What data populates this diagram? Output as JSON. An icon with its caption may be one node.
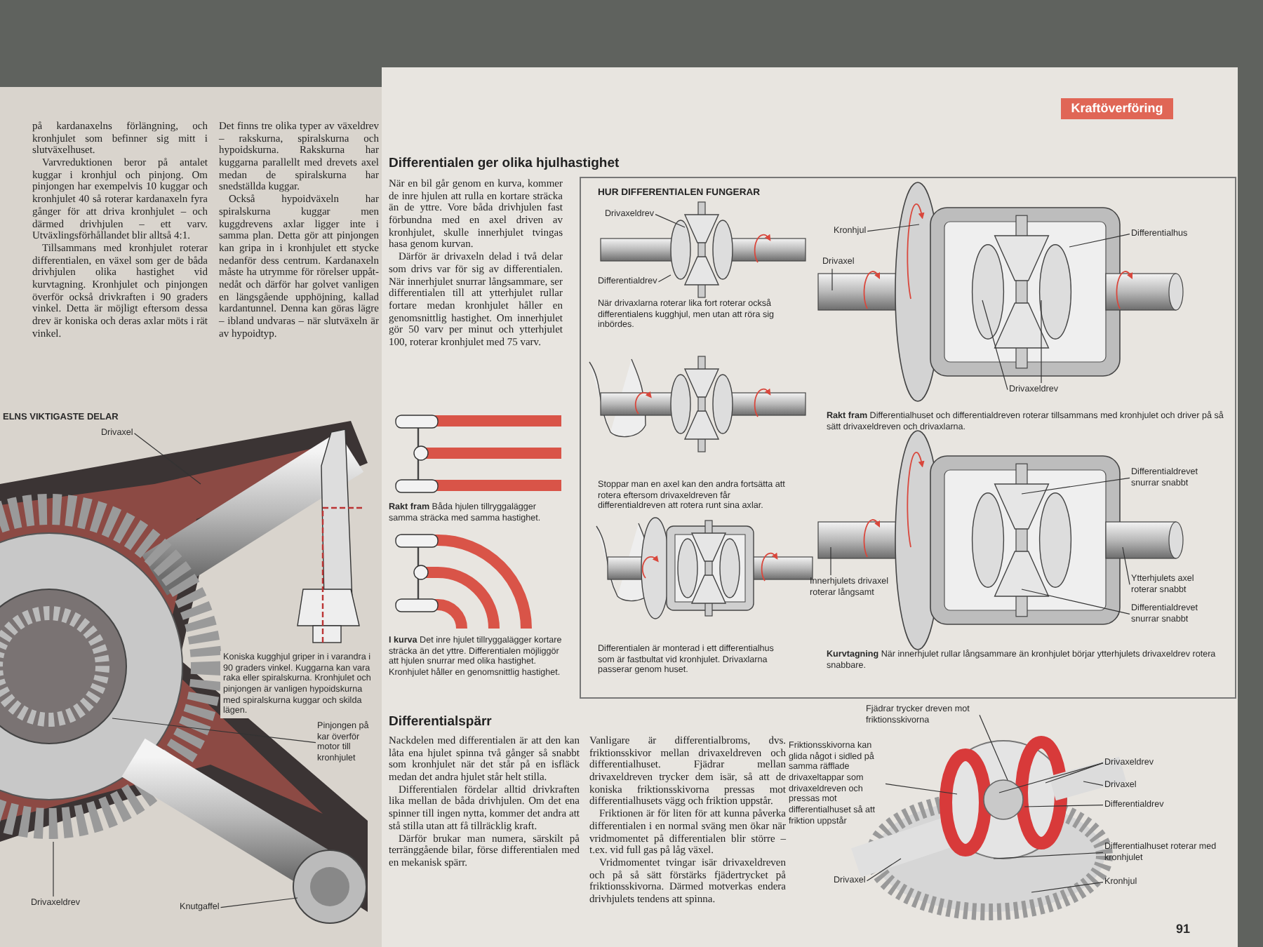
{
  "diagram": {
    "nodes": [
      {
        "text": [
          "HUR DIFFERENTIALEN FUNGERAR"
        ]
      },
      {
        "text": [
          "Drivaxeldrev"
        ],
        "in": 0
      },
      {
        "text": [
          "Differentialdrev"
        ],
        "in": 0
      },
      {
        "text": [
          "Kronhjul"
        ],
        "in": 0
      },
      {
        "text": [
          "Drivaxel"
        ],
        "in": 0
      },
      {
        "text": [
          "Differentialhus"
        ],
        "in": 0
      },
      {
        "text": [
          "Drivaxeldrev"
        ],
        "in": 0
      },
      {
        "text": [
          "Differentialdrevet snurrar snabbt"
        ],
        "in": 0
      },
      {
        "text": [
          "Innerhjulets drivaxel roterar långsamt"
        ],
        "in": 0
      },
      {
        "text": [
          "Ytterhjulets axel roterar snabbt"
        ],
        "in": 0
      },
      {
        "text": [
          "Differentialdrevet snurrar snabbt"
        ],
        "in": 0
      },
      {
        "text": [
          "Fjädrar trycker dreven mot friktionsskivorna"
        ]
      },
      {
        "text": [
          "Friktionsskivorna kan glida något i sidled på samma räfflade drivaxeltappar som drivaxeldreven och pressas mot differentialhuset så att friktion uppstår"
        ]
      },
      {
        "text": [
          "Drivaxeldrev"
        ]
      },
      {
        "text": [
          "Drivaxel"
        ]
      },
      {
        "text": [
          "Differentialdrev"
        ]
      },
      {
        "text": [
          "Differentialhuset roterar med kronhjulet"
        ]
      },
      {
        "text": [
          "Kronhjul"
        ]
      },
      {
        "text": [
          "Drivaxel"
        ]
      },
      {
        "text": [
          "Drivaxel"
        ]
      },
      {
        "text": [
          "Pinjongen på kar överför motor till kronhjulet"
        ]
      },
      {
        "text": [
          "Knutgaffel"
        ]
      },
      {
        "text": [
          "Drivaxeldrev"
        ]
      }
    ],
    "edges": [
      {
        "from": 1,
        "to": null,
        "arrow": "none"
      },
      {
        "from": 2,
        "to": null,
        "arrow": "none"
      },
      {
        "from": 3,
        "to": null,
        "arrow": "none"
      },
      {
        "from": 4,
        "to": null,
        "arrow": "none"
      },
      {
        "from": 5,
        "to": null,
        "arrow": "none"
      },
      {
        "from": 6,
        "to": null,
        "arrow": "none"
      },
      {
        "from": 6,
        "to": null,
        "arrow": "none"
      },
      {
        "from": 7,
        "to": null,
        "arrow": "none"
      },
      {
        "from": 8,
        "to": null,
        "arrow": "none"
      },
      {
        "from": 9,
        "to": null,
        "arrow": "none"
      },
      {
        "from": 10,
        "to": null,
        "arrow": "none"
      },
      {
        "from": 11,
        "to": null,
        "arrow": "none"
      },
      {
        "from": 12,
        "to": null,
        "arrow": "none"
      },
      {
        "from": 13,
        "to": null,
        "arrow": "none"
      },
      {
        "from": 13,
        "to": null,
        "arrow": "none"
      },
      {
        "from": 14,
        "to": null,
        "arrow": "none"
      },
      {
        "from": 15,
        "to": null,
        "arrow": "none"
      },
      {
        "from": 16,
        "to": null,
        "arrow": "none"
      },
      {
        "from": 17,
        "to": null,
        "arrow": "none"
      },
      {
        "from": 18,
        "to": null,
        "arrow": "none"
      },
      {
        "from": 19,
        "to": null,
        "arrow": "none"
      },
      {
        "from": 20,
        "to": null,
        "arrow": "none"
      },
      {
        "from": 21,
        "to": null,
        "arrow": "none"
      },
      {
        "from": 22,
        "to": null,
        "arrow": "none"
      }
    ],
    "labels": [
      "Kraftöverföring",
      "på kardanaxelns förlängning, och kronhjulet som befinner sig mitt i slutväxelhuset.",
      "Varvreduktionen beror på antalet kuggar i kronhjul och pinjong. Om pinjongen har exempelvis 10 kuggar och kronhjulet 40 så roterar kardanaxeln fyra gånger för att driva kronhjulet – och därmed drivhjulen – ett varv. Utväxlingsförhållandet blir alltså 4:1.",
      "Tillsammans med kronhjulet roterar differentialen, en växel som ger de båda drivhjulen olika hastighet vid kurvtagning. Kronhjulet och pinjongen överför också drivkraften i 90 graders vinkel. Detta är möjligt eftersom dessa drev är koniska och deras axlar möts i rät vinkel.",
      "Det finns tre olika typer av växeldrev – rakskurna, spiralskurna och hypoidskurna. Rakskurna har kuggarna parallellt med drevets axel medan de spiralskurna har snedställda kuggar.",
      "Också hypoidväxeln har spiralskurna kuggar men kuggdrevens axlar ligger inte i samma plan. Detta gör att pinjongen kan gripa in i kronhjulet ett stycke nedanför dess centrum. Kardanaxeln måste ha utrymme för rörelser uppåt-nedåt och därför har golvet vanligen en längsgående upphöjning, kallad kardantunnel. Denna kan göras lägre – ibland undvaras – när slutväxeln är av hypoidtyp.",
      "ELNS VIKTIGASTE DELAR",
      "Koniska kugghjul griper in i varandra i 90 graders vinkel. Kuggarna kan vara raka eller spiralskurna. Kronhjulet och pinjongen är vanligen hypoidskurna med spiralskurna kuggar och skilda lägen.",
      "Differentialen ger olika hjulhastighet",
      "När en bil går genom en kurva, kommer de inre hjulen att rulla en kortare sträcka än de yttre. Vore båda drivhjulen fast förbundna med en axel driven av kronhjulet, skulle innerhjulet tvingas hasa genom kurvan.",
      "Därför är drivaxeln delad i två delar som drivs var för sig av differentialen. När innerhjulet snurrar långsammare, ser differentialen till att ytterhjulet rullar fortare medan kronhjulet håller en genomsnittlig hastighet. Om innerhjulet gör 50 varv per minut och ytterhjulet 100, roterar kronhjulet med 75 varv.",
      "**Rakt fram** Båda hjulen tillryggalägger samma sträcka med samma hastighet.",
      "**I kurva** Det inre hjulet tillryggalägger kortare sträcka än det yttre. Differentialen möjliggör att hjulen snurrar med olika hastighet. Kronhjulet håller en genomsnittlig hastighet.",
      "När drivaxlarna roterar lika fort roterar också differentialens kugghjul, men utan att röra sig inbördes.",
      "Stoppar man en axel kan den andra fortsätta att rotera eftersom drivaxeldreven får differentialdreven att rotera runt sina axlar.",
      "Differentialen är monterad i ett differentialhus som är fastbultat vid kronhjulet. Drivaxlarna passerar genom huset.",
      "**Rakt fram** Differentialhuset och differentialdreven roterar tillsammans med kronhjulet och driver på så sätt drivaxeldreven och drivaxlarna.",
      "**Kurvtagning** När innerhjulet rullar långsammare än kronhjulet börjar ytterhjulets drivaxeldrev rotera snabbare.",
      "Differentialspärr",
      "Nackdelen med differentialen är att den kan låta ena hjulet spinna två gånger så snabbt som kronhjulet när det står på en isfläck medan det andra hjulet står helt stilla.",
      "Differentialen fördelar alltid drivkraften lika mellan de båda drivhjulen. Om det ena spinner till ingen nytta, kommer det andra att stå stilla utan att få tillräcklig kraft.",
      "Därför brukar man numera, särskilt på terränggående bilar, förse differentialen med en mekanisk spärr.",
      "Vanligare är differentialbroms, dvs. friktionsskivor mellan drivaxeldreven och differentialhuset. Fjädrar mellan drivaxeldreven trycker dem isär, så att de koniska friktionsskivorna pressas mot differentialhusets vägg och friktion uppstår.",
      "Friktionen är för liten för att kunna påverka differentialen i en normal sväng men ökar när vridmomentet på differentialen blir större – t.ex. vid full gas på låg växel.",
      "Vridmomentet tvingar isär drivaxeldreven och på så sätt förstärks fjädertrycket på friktionsskivorna. Därmed motverkas endera drivhjulets tendens att spinna.",
      "91"
    ]
  }
}
